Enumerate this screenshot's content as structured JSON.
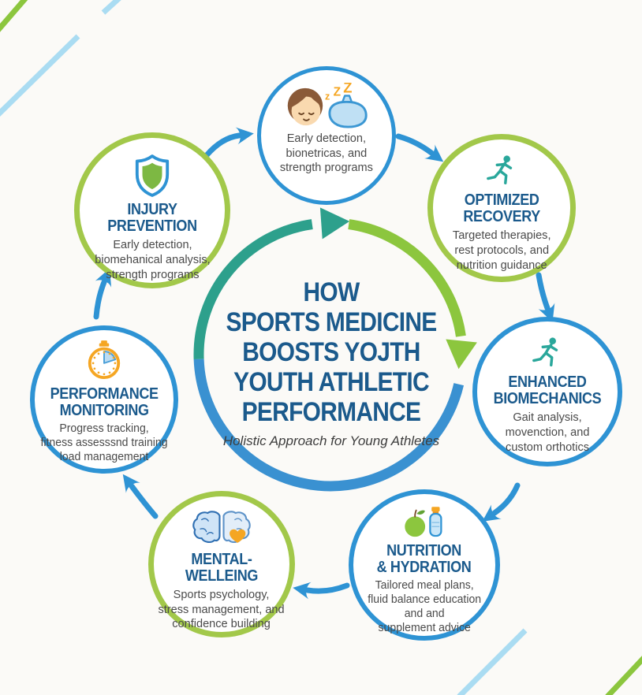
{
  "center": {
    "line1": "HOW",
    "line2": "SPORTS MEDICINE",
    "line3": "BOOSTS YOJTH",
    "line4": "YOUTH ATHLETIC",
    "line5": "PERFORMANCE",
    "subtitle": "Holistic Approach for Young Athletes"
  },
  "nodes": [
    {
      "id": "sleep-recovery",
      "icon": "sleeping-child-icon",
      "title": "",
      "desc": "Early detection,\nbionetricas, and\nstrength programs"
    },
    {
      "id": "injury-prevention",
      "icon": "shield-icon",
      "title": "INJURY PREVENTION",
      "desc": "Early detection,\nbiomehanical analysis,\nstrength programs"
    },
    {
      "id": "optimized-recovery",
      "icon": "runner-icon",
      "title": "OPTIMIZED\nRECOVERY",
      "desc": "Targeted therapies,\nrest protocols, and\nnutrition guidance"
    },
    {
      "id": "enhanced-biomechanics",
      "icon": "runner-icon",
      "title": "ENHANCED\nBIOMECHANICS",
      "desc": "Gait analysis,\nmovenction, and\ncustom orthotics"
    },
    {
      "id": "nutrition-hydration",
      "icon": "apple-bottle-icon",
      "title": "NUTRITION\n& HYDRATION",
      "desc": "Tailored meal plans,\nfluid balance education\nand and\nsupplement advice"
    },
    {
      "id": "mental-wellbeing",
      "icon": "brain-heart-icon",
      "title": "MENTAL-WELLEING",
      "desc": "Sports psychology,\nstress management, and\nconfidence building"
    },
    {
      "id": "performance-monitoring",
      "icon": "stopwatch-icon",
      "title": "PERFORMANCE\nMONITORING",
      "desc": "Progress tracking,\nfitness assesssnd training\nload management"
    }
  ],
  "sleep_icon": {
    "z1": "z",
    "z2": "Z",
    "z3": "Z"
  },
  "colors": {
    "circle_blue": "#2e93d4",
    "circle_green": "#a2c84a",
    "ring_teal": "#2da08c",
    "ring_green": "#8cc63e",
    "ring_blue": "#3a91d1",
    "title_blue": "#1b5a8c",
    "text_gray": "#4a4a4a",
    "accent_orange": "#f5a623",
    "light_blue_line": "#aadcf2"
  }
}
